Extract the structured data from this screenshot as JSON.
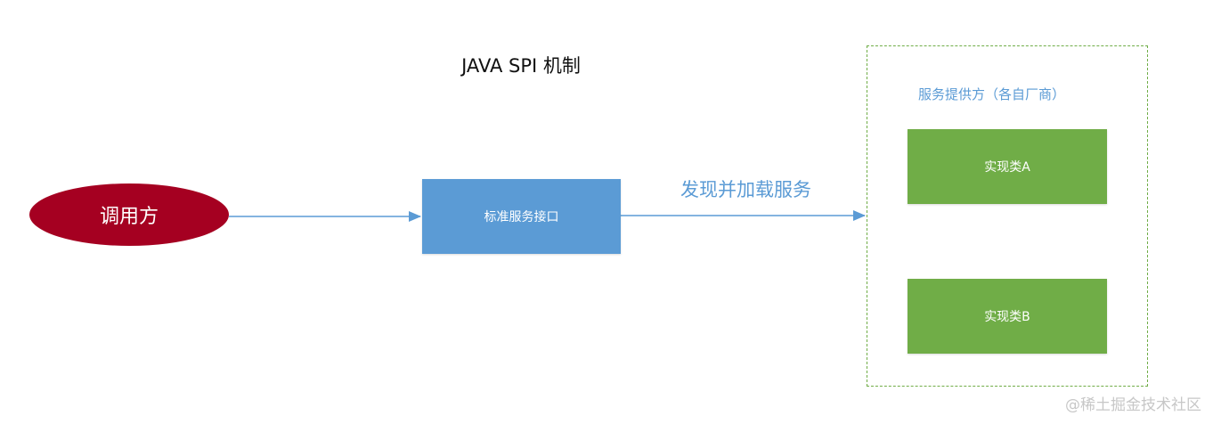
{
  "title": "JAVA SPI 机制",
  "caller": {
    "label": "调用方"
  },
  "interface": {
    "label": "标准服务接口"
  },
  "edge": {
    "label": "发现并加载服务"
  },
  "provider_group": {
    "label": "服务提供方（各自厂商）",
    "implementations": [
      {
        "label": "实现类A"
      },
      {
        "label": "实现类B"
      }
    ]
  },
  "watermark": "@稀土掘金技术社区",
  "colors": {
    "caller_fill": "#a50021",
    "interface_fill": "#5b9bd5",
    "impl_fill": "#70ad47",
    "arrow": "#5b9bd5",
    "group_border": "#70ad47",
    "label_blue": "#5b9bd5"
  }
}
